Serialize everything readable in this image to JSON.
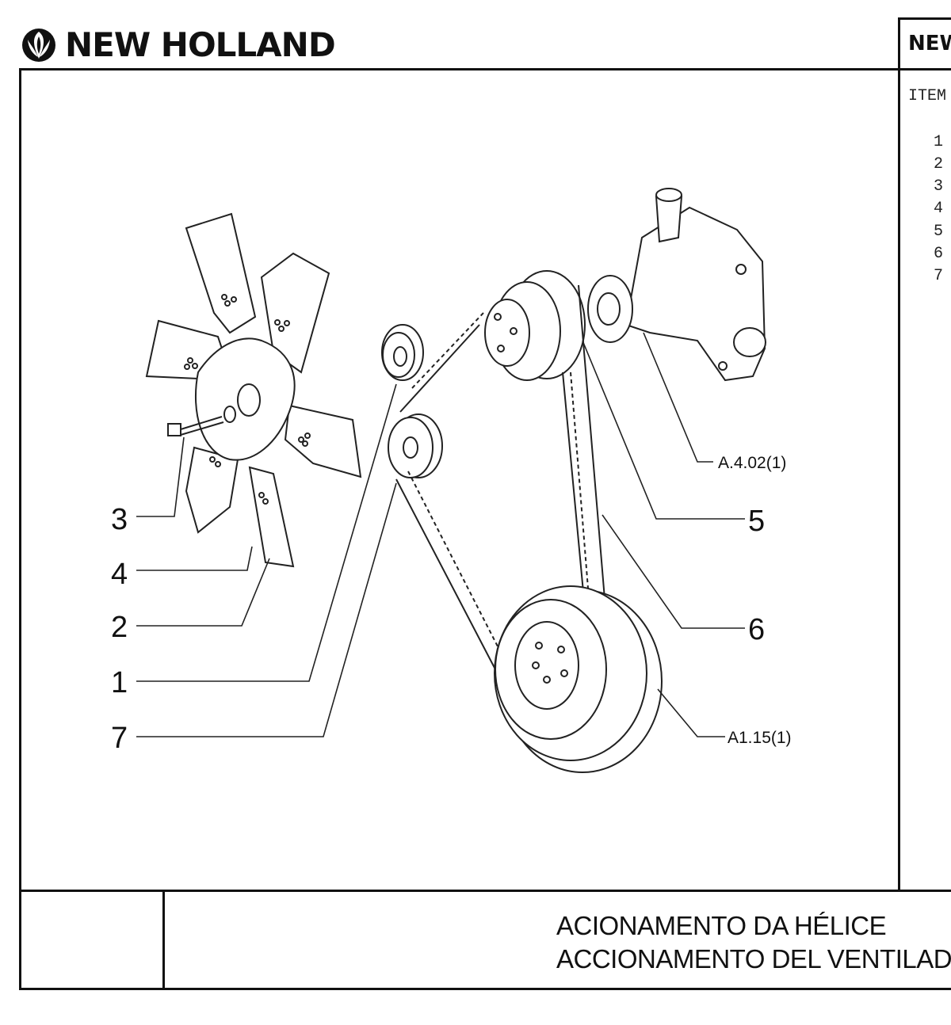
{
  "header": {
    "brand_name": "NEW HOLLAND",
    "brand_name_right": "NEW",
    "logo_icon": "new-holland-leaf-logo"
  },
  "parts_list": {
    "header": "ITEM",
    "items": [
      "1",
      "2",
      "3",
      "4",
      "5",
      "6",
      "7"
    ]
  },
  "drawing": {
    "callouts": [
      "3",
      "4",
      "2",
      "1",
      "7",
      "5",
      "6"
    ],
    "references": [
      "A.4.02(1)",
      "A1.15(1)"
    ]
  },
  "footer": {
    "title_pt": "ACIONAMENTO DA HÉLICE",
    "title_es": "ACCIONAMENTO DEL VENTILADOR"
  }
}
